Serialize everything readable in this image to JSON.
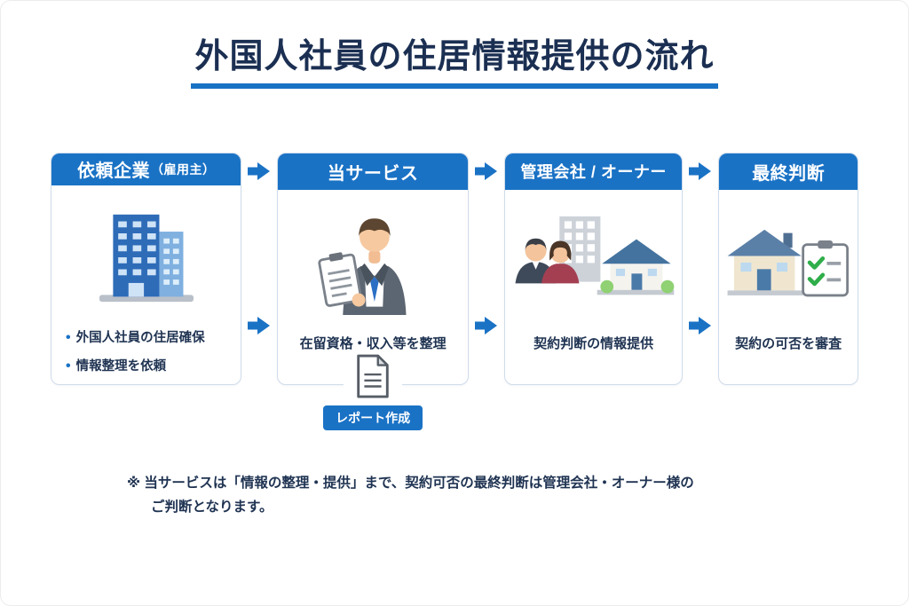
{
  "title": "外国人社員の住居情報提供の流れ",
  "flow": {
    "step1": {
      "header": "依頼企業",
      "header_sub": "（雇用主）",
      "icon": "building-icon",
      "bullets": [
        {
          "text": "外国人社員の住居確保"
        },
        {
          "text": "情報整理を依頼"
        }
      ]
    },
    "step2": {
      "header": "当サービス",
      "icon": "businessman-icon",
      "description": "在留資格・収入等を整理",
      "document_icon": "document-icon",
      "badge": "レポート作成"
    },
    "step3": {
      "header": "管理会社 / オーナー",
      "icon": "family-house-icon",
      "description": "契約判断の情報提供"
    },
    "step4": {
      "header": "最終判断",
      "icon": "house-checklist-icon",
      "description": "契約の可否を審査"
    }
  },
  "note": {
    "line1": "※ 当サービスは「情報の整理・提供」まで、契約可否の最終判断は管理会社・オーナー様の",
    "line2": "ご判断となります。"
  },
  "colors": {
    "accent_blue": "#1a72c5",
    "title_navy": "#1b2f52",
    "text_navy": "#1f3352",
    "card_border": "#cfdceb",
    "check_green": "#2fae4a"
  }
}
